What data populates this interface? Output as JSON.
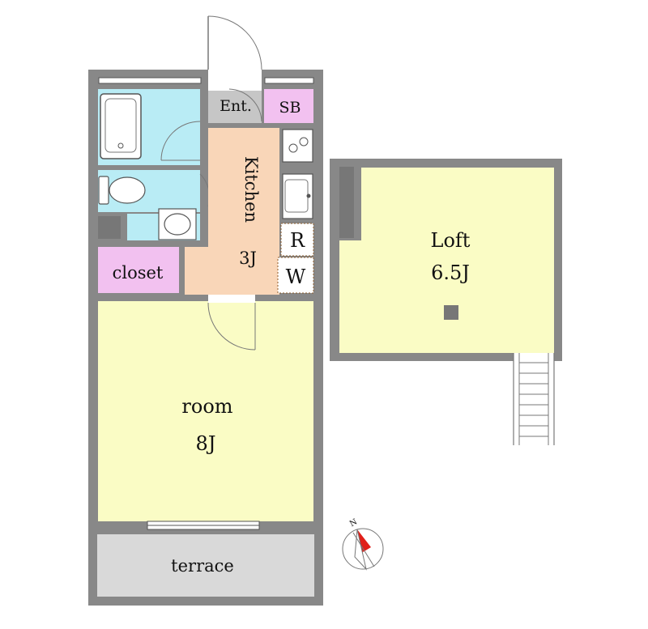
{
  "rooms": {
    "entrance": "Ent.",
    "shoe_box": "SB",
    "kitchen": "Kitchen",
    "kitchen_size": "3J",
    "refrigerator": "R",
    "washer": "W",
    "closet": "closet",
    "room": "room",
    "room_size": "8J",
    "terrace": "terrace",
    "loft": "Loft",
    "loft_size": "6.5J"
  },
  "compass": {
    "north": "N"
  },
  "colors": {
    "wall": "#888888",
    "bath": "#b9ecf5",
    "kitchen": "#f9d6b8",
    "closet": "#f2c1f0",
    "room": "#fafcc5",
    "entrance": "#c6c6c6",
    "terrace": "#d9d9d9",
    "compass_arrow": "#e0201a"
  }
}
